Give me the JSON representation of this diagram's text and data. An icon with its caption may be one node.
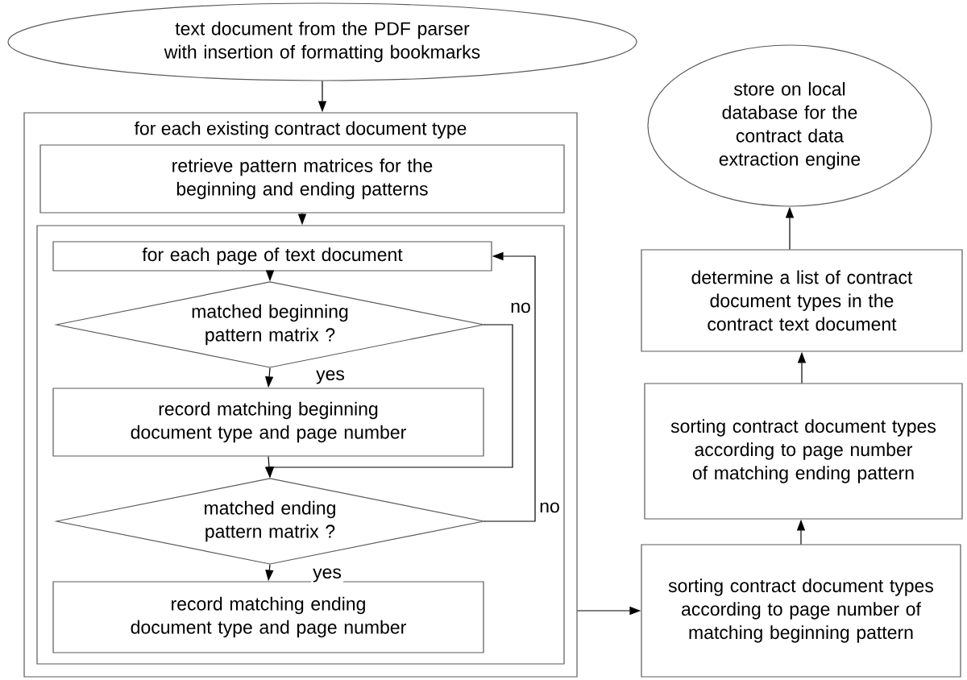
{
  "diagram": {
    "nodes": [
      {
        "text": [
          "text document from the PDF parser with insertion of formatting bookmarks"
        ]
      },
      {
        "text": [
          "for each existing contract document type"
        ]
      },
      {
        "text": [
          "retrieve pattern matrices for the beginning and ending patterns"
        ],
        "in": 1
      },
      {
        "text": [],
        "shape": "box",
        "in": 1
      },
      {
        "text": [
          "for each page of text document"
        ],
        "in": 3
      },
      {
        "text": [
          "matched beginning pattern matrix ?"
        ],
        "in": 3
      },
      {
        "text": [
          "record matching beginning document type and page number"
        ],
        "in": 3
      },
      {
        "text": [
          "matched ending pattern matrix ?"
        ],
        "in": 3
      },
      {
        "text": [
          "record matching ending document type and page number"
        ],
        "in": 3
      },
      {
        "text": [
          "store on local database for the contract data extraction engine"
        ]
      },
      {
        "text": [
          "determine a list of contract document types in the contract text document"
        ]
      },
      {
        "text": [
          "sorting contract document types according to page number of matching ending pattern"
        ]
      },
      {
        "text": [
          "sorting contract document types according to page number of matching beginning pattern"
        ]
      }
    ],
    "edges": [
      {
        "from": 0,
        "to": 1,
        "arrow": "to"
      },
      {
        "from": 2,
        "to": 3,
        "arrow": "to"
      },
      {
        "from": 4,
        "to": 5,
        "arrow": "to"
      },
      {
        "from": 5,
        "to": 6,
        "arrow": "to",
        "label": "yes"
      },
      {
        "from": 5,
        "to": 7,
        "arrow": "to",
        "label": "no"
      },
      {
        "from": 6,
        "to": 7,
        "arrow": "to"
      },
      {
        "from": 7,
        "to": 4,
        "arrow": "to",
        "label": "no"
      },
      {
        "from": 7,
        "to": 8,
        "arrow": "to",
        "label": "yes"
      },
      {
        "from": 1,
        "to": 12,
        "arrow": "to"
      },
      {
        "from": 12,
        "to": 11,
        "arrow": "to"
      },
      {
        "from": 11,
        "to": 10,
        "arrow": "to"
      },
      {
        "from": 10,
        "to": 9,
        "arrow": "to"
      }
    ]
  }
}
